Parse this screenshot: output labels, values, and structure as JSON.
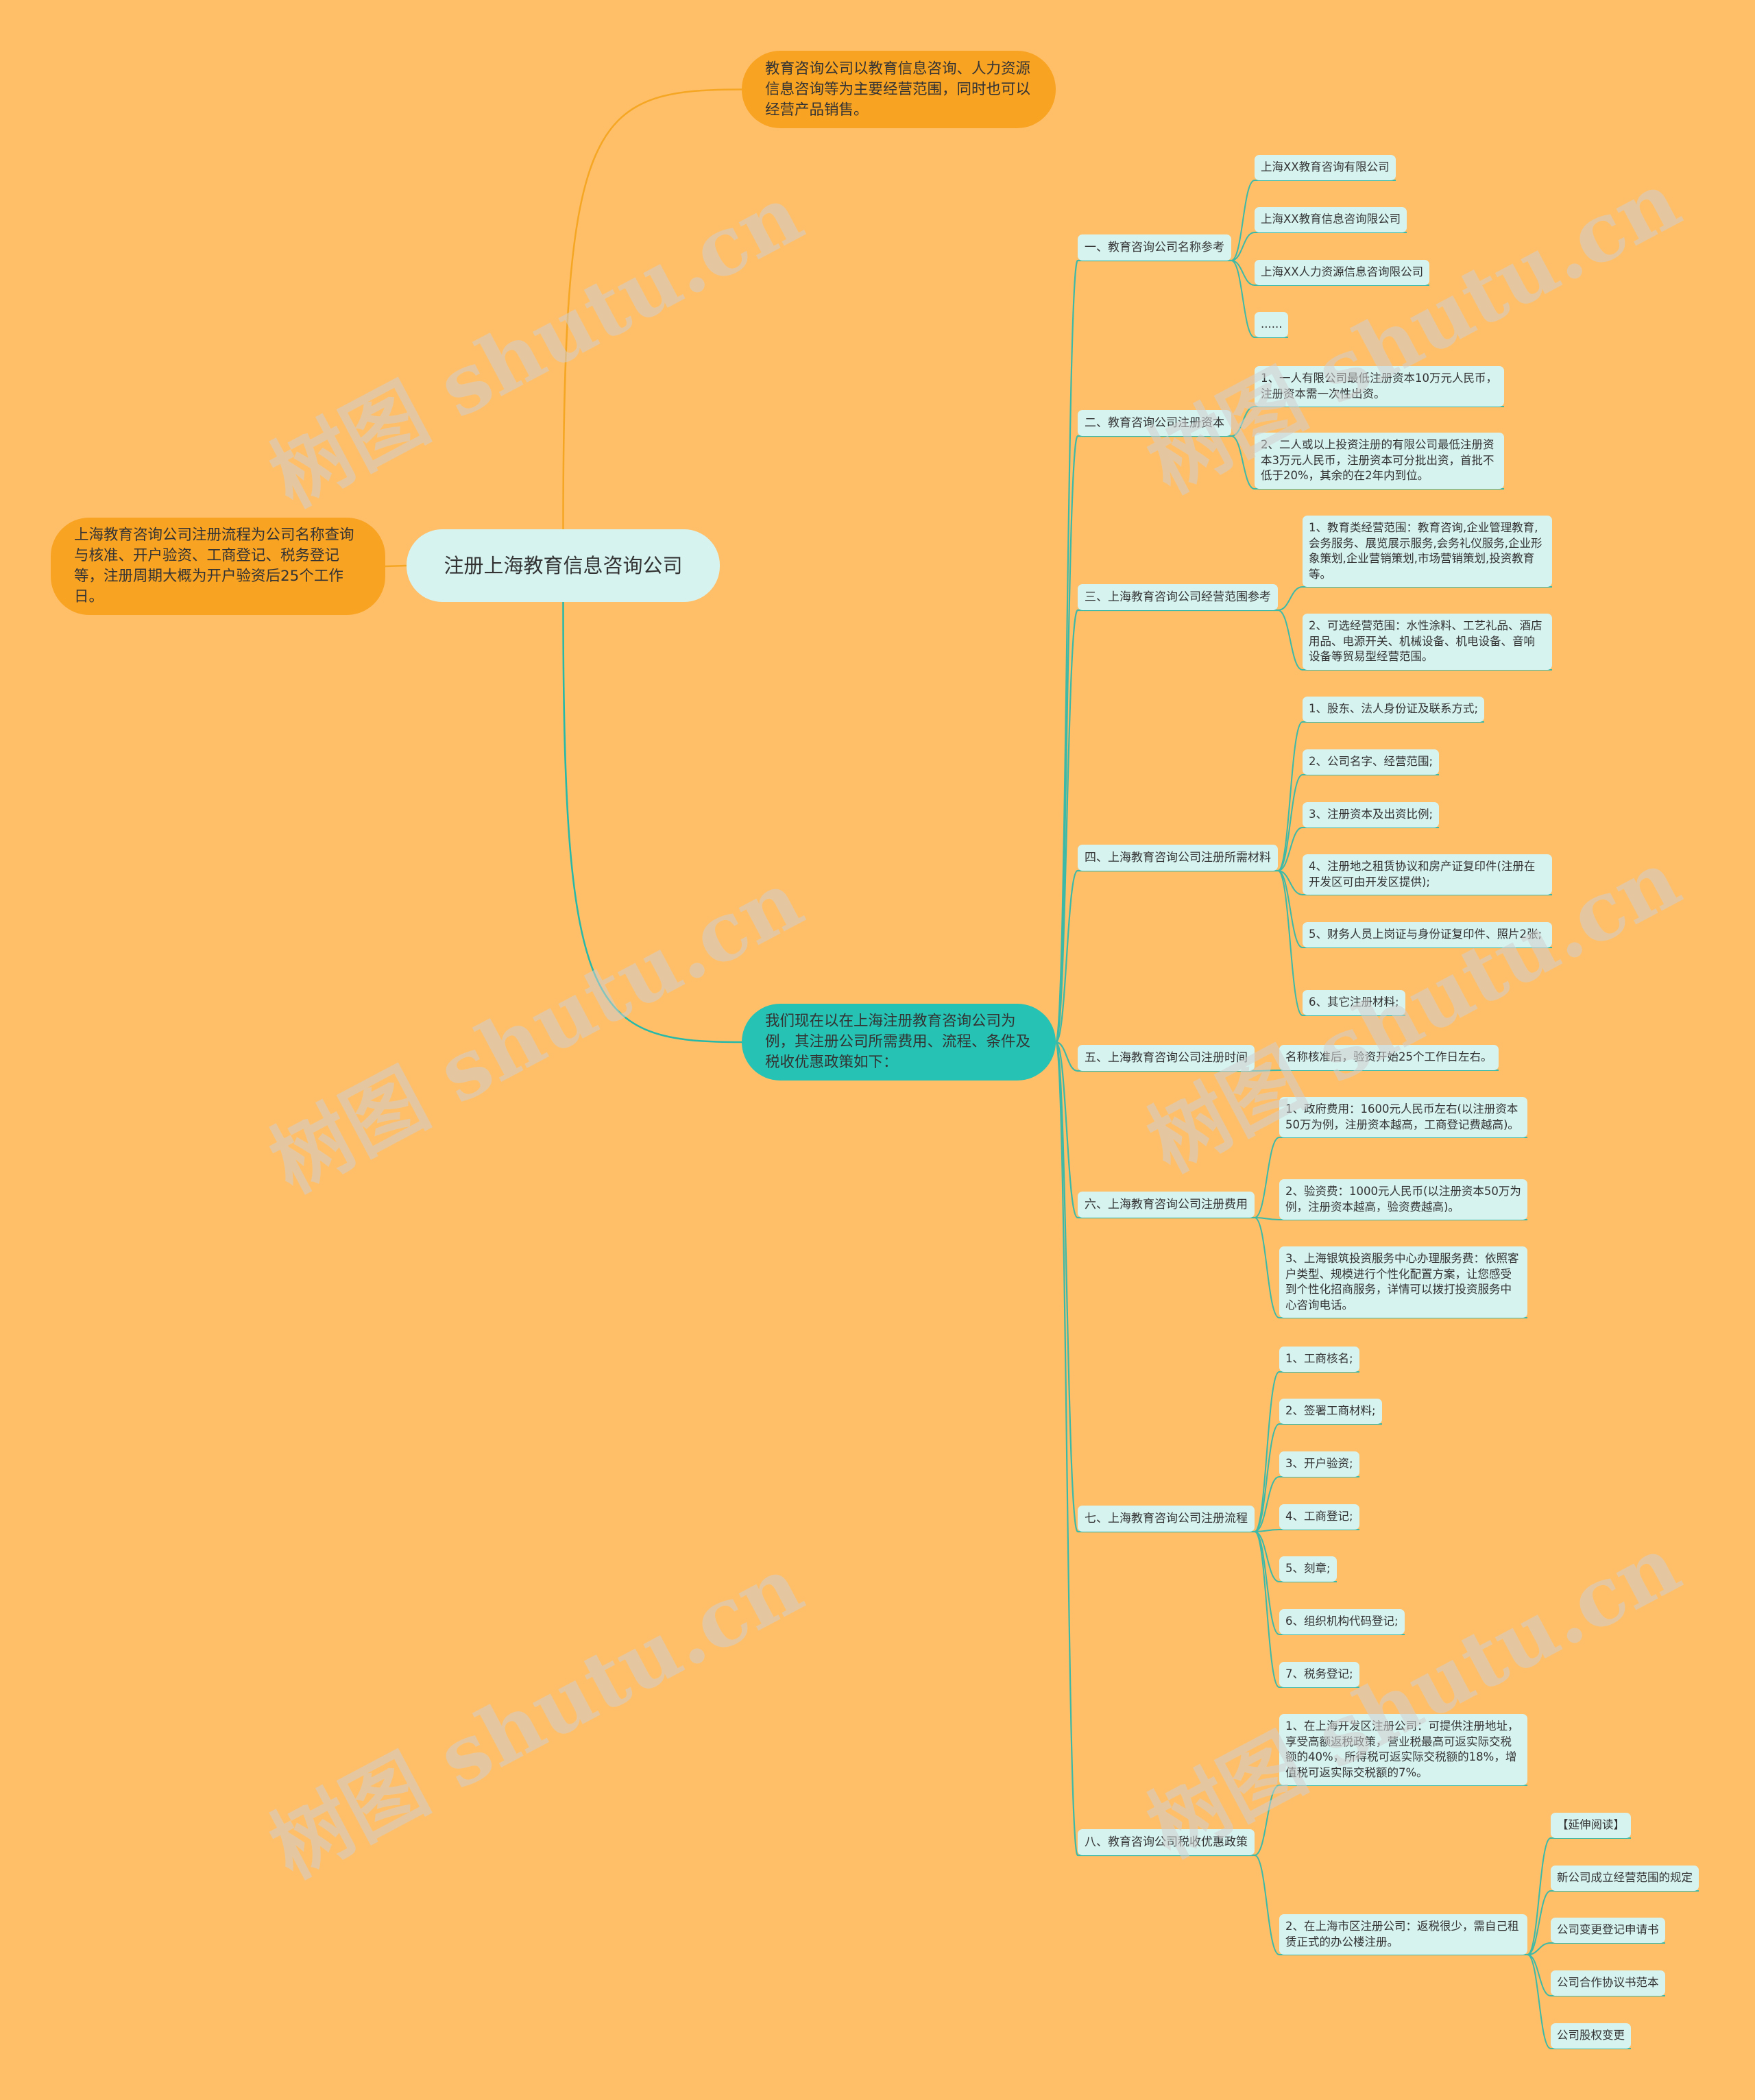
{
  "root": {
    "text": "注册上海教育信息咨询公司"
  },
  "top_note": {
    "text": "教育咨询公司以教育信息咨询、人力资源信息咨询等为主要经营范围，同时也可以经营产品销售。"
  },
  "left_note": {
    "text": "上海教育咨询公司注册流程为公司名称查询与核准、开户验资、工商登记、税务登记等，注册周期大概为开户验资后25个工作日。"
  },
  "main_branch": {
    "text": "我们现在以在上海注册教育咨询公司为例，其注册公司所需费用、流程、条件及税收优惠政策如下："
  },
  "watermark": "树图 shutu.cn",
  "categories": [
    {
      "label": "一、教育咨询公司名称参考",
      "items": [
        "上海XX教育咨询有限公司",
        "上海XX教育信息咨询限公司",
        "上海XX人力资源信息咨询限公司",
        "......"
      ]
    },
    {
      "label": "二、教育咨询公司注册资本",
      "items": [
        "1、一人有限公司最低注册资本10万元人民币，注册资本需一次性出资。",
        "2、二人或以上投资注册的有限公司最低注册资本3万元人民币，注册资本可分批出资，首批不低于20%，其余的在2年内到位。"
      ]
    },
    {
      "label": "三、上海教育咨询公司经营范围参考",
      "items": [
        "1、教育类经营范围：教育咨询,企业管理教育,会务服务、展览展示服务,会务礼仪服务,企业形象策划,企业营销策划,市场营销策划,投资教育等。",
        "2、可选经营范围：水性涂料、工艺礼品、酒店用品、电源开关、机械设备、机电设备、音响设备等贸易型经营范围。"
      ]
    },
    {
      "label": "四、上海教育咨询公司注册所需材料",
      "items": [
        "1、股东、法人身份证及联系方式;",
        "2、公司名字、经营范围;",
        "3、注册资本及出资比例;",
        "4、注册地之租赁协议和房产证复印件(注册在开发区可由开发区提供);",
        "5、财务人员上岗证与身份证复印件、照片2张;",
        "6、其它注册材料;"
      ]
    },
    {
      "label": "五、上海教育咨询公司注册时间",
      "items": [
        "名称核准后，验资开始25个工作日左右。"
      ]
    },
    {
      "label": "六、上海教育咨询公司注册费用",
      "items": [
        "1、政府费用：1600元人民币左右(以注册资本50万为例，注册资本越高，工商登记费越高)。",
        "2、验资费：1000元人民币(以注册资本50万为例，注册资本越高，验资费越高)。",
        "3、上海银筑投资服务中心办理服务费：依照客户类型、规模进行个性化配置方案，让您感受到个性化招商服务，详情可以拨打投资服务中心咨询电话。"
      ]
    },
    {
      "label": "七、上海教育咨询公司注册流程",
      "items": [
        "1、工商核名;",
        "2、签署工商材料;",
        "3、开户验资;",
        "4、工商登记;",
        "5、刻章;",
        "6、组织机构代码登记;",
        "7、税务登记;"
      ]
    },
    {
      "label": "八、教育咨询公司税收优惠政策",
      "items": [
        "1、在上海开发区注册公司：可提供注册地址，享受高额返税政策，营业税最高可返实际交税额的40%，所得税可返实际交税额的18%，增值税可返实际交税额的7%。",
        "2、在上海市区注册公司：返税很少，需自己租赁正式的办公楼注册。"
      ]
    }
  ],
  "extended": [
    "【延伸阅读】",
    "新公司成立经营范围的规定",
    "公司变更登记申请书",
    "公司合作协议书范本",
    "公司股权变更"
  ]
}
